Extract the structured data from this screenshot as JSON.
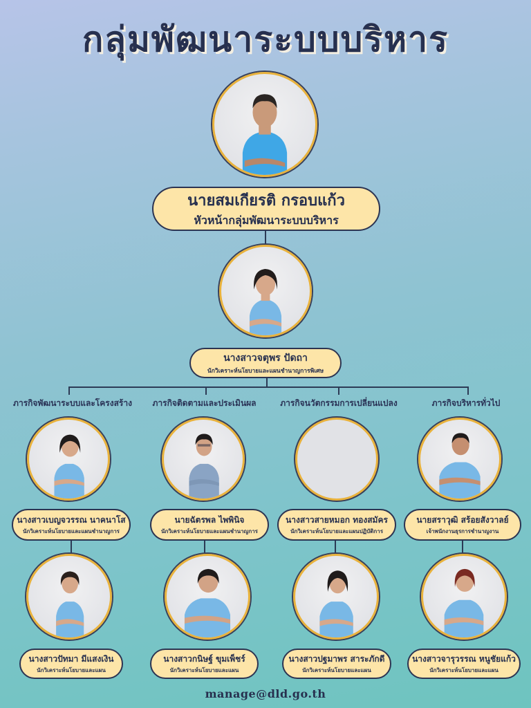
{
  "title": "กลุ่มพัฒนาระบบบริหาร",
  "colors": {
    "navy": "#27304f",
    "pill_fill": "#fde5a8",
    "photo_ring": "#e9b23c",
    "shirt_blue": "#3fa7e6",
    "shirt_light_blue": "#79b8e6",
    "shirt_gray_blue": "#8aa4c4"
  },
  "head": {
    "name": "นายสมเกียรติ กรอบแก้ว",
    "position": "หัวหน้ากลุ่มพัฒนาระบบบริหาร",
    "photo_icon": "person-photo"
  },
  "deputy": {
    "name": "นางสาวจตุพร ปัดถา",
    "position": "นักวิเคราะห์นโยบายและแผนชำนาญการพิเศษ",
    "photo_icon": "person-photo"
  },
  "missions": [
    {
      "label": "ภารกิจพัฒนาระบบและโครงสร้าง",
      "lead": {
        "name": "นางสาวเบญจวรรณ นาคนาโส",
        "position": "นักวิเคราะห์นโยบายและแผนชำนาญการ"
      },
      "member": {
        "name": "นางสาวปัทมา มีแสงเงิน",
        "position": "นักวิเคราะห์นโยบายและแผน"
      }
    },
    {
      "label": "ภารกิจติดตามและประเมินผล",
      "lead": {
        "name": "นายฉัตรพล ไพพินิจ",
        "position": "นักวิเคราะห์นโยบายและแผนชำนาญการ"
      },
      "member": {
        "name": "นางสาวกนิษฐ์ ขุมเพ็ชร์",
        "position": "นักวิเคราะห์นโยบายและแผน"
      }
    },
    {
      "label": "ภารกิจนวัตกรรมการเปลี่ยนแปลง",
      "lead": {
        "name": "นางสาวสายหมอก ทองสมัคร",
        "position": "นักวิเคราะห์นโยบายและแผนปฏิบัติการ"
      },
      "member": {
        "name": "นางสาวปฐมาพร สาระภักดี",
        "position": "นักวิเคราะห์นโยบายและแผน"
      }
    },
    {
      "label": "ภารกิจบริหารทั่วไป",
      "lead": {
        "name": "นายสราวุฒิ สร้อยสังวาลย์",
        "position": "เจ้าพนักงานธุรการชำนาญงาน"
      },
      "member": {
        "name": "นางสาวจารุวรรณ หนูชัยแก้ว",
        "position": "นักวิเคราะห์นโยบายและแผน"
      }
    }
  ],
  "footer": {
    "email": "manage@dld.go.th"
  }
}
